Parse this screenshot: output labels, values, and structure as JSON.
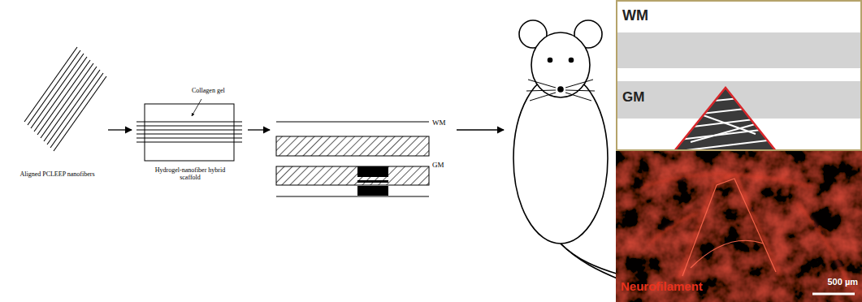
{
  "diagram": {
    "nodes": [
      {
        "text": [
          "Aligned PCLEEP nanofibers"
        ]
      },
      {
        "text": [
          "Collagen gel",
          "Hydrogel-nanofiber hybrid scaffold"
        ]
      },
      {
        "text": [
          "WM",
          "GM"
        ]
      },
      {
        "text": [
          "WM",
          "GM"
        ]
      },
      {
        "text": [
          "Neurofilament",
          "500 µm"
        ]
      }
    ],
    "edges": [
      {
        "from": 0,
        "to": 1,
        "arrow": "to"
      },
      {
        "from": 1,
        "to": 2,
        "arrow": "to"
      }
    ]
  }
}
